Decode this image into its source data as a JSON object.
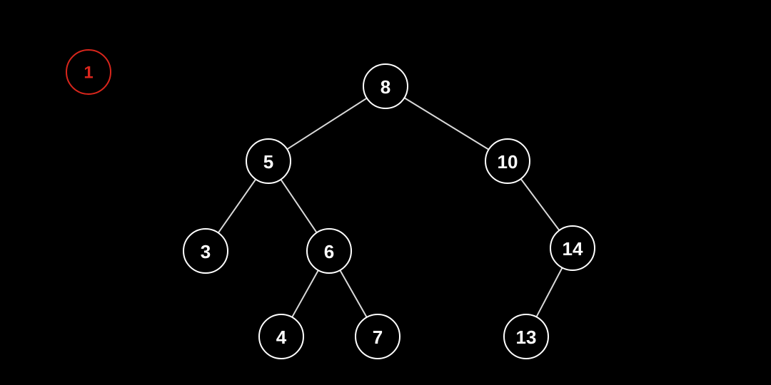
{
  "step_badge": {
    "label": "1",
    "color": "#d9261c"
  },
  "tree": {
    "node_border_color": "#ffffff",
    "edge_color": "#d9d9d9",
    "nodes": [
      {
        "id": "n8",
        "label": "8"
      },
      {
        "id": "n5",
        "label": "5"
      },
      {
        "id": "n10",
        "label": "10"
      },
      {
        "id": "n3",
        "label": "3"
      },
      {
        "id": "n6",
        "label": "6"
      },
      {
        "id": "n14",
        "label": "14"
      },
      {
        "id": "n4",
        "label": "4"
      },
      {
        "id": "n7",
        "label": "7"
      },
      {
        "id": "n13",
        "label": "13"
      }
    ],
    "edges": [
      {
        "from": "n8",
        "to": "n5"
      },
      {
        "from": "n8",
        "to": "n10"
      },
      {
        "from": "n5",
        "to": "n3"
      },
      {
        "from": "n5",
        "to": "n6"
      },
      {
        "from": "n10",
        "to": "n14"
      },
      {
        "from": "n6",
        "to": "n4"
      },
      {
        "from": "n6",
        "to": "n7"
      },
      {
        "from": "n14",
        "to": "n13"
      }
    ]
  }
}
